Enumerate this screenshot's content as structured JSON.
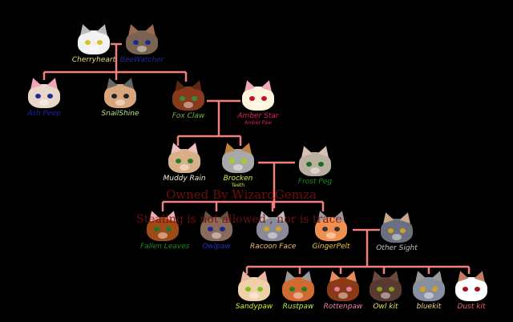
{
  "cats": [
    {
      "name": "Cherryheart",
      "fur": "#f2f2f2",
      "ear": "#bbb",
      "eye": "#d8c020",
      "color": "#e8d870"
    },
    {
      "name": "BeeWatcher",
      "fur": "#7a6450",
      "ear": "#9b6a50",
      "eye": "#1a2a90",
      "color": "#1a2a9a"
    },
    {
      "name": "Ash Peep",
      "fur": "#e8d6c8",
      "ear": "#f0a8b8",
      "eye": "#1a2a90",
      "color": "#2020b0"
    },
    {
      "name": "SnailShine",
      "fur": "#d9a57c",
      "ear": "#666",
      "eye": "#222",
      "color": "#b8e080"
    },
    {
      "name": "Fox Claw",
      "fur": "#8a3a1c",
      "ear": "#5a2810",
      "eye": "#3a8a3a",
      "color": "#78b040"
    },
    {
      "name": "Amber Star",
      "sub": "Amber Paw",
      "fur": "#fff4dc",
      "ear": "#f0a8b8",
      "eye": "#c01030",
      "color": "#e8205a"
    },
    {
      "name": "Muddy Rain",
      "fur": "#d8b088",
      "ear": "#f0c0c0",
      "eye": "#2a7a2a",
      "color": "#f0f0d0"
    },
    {
      "name": "Brocken",
      "sub": "Teeth",
      "fur": "#a8a8a8",
      "ear": "#c08040",
      "eye": "#a0d020",
      "color": "#d8f040"
    },
    {
      "name": "Frost Peg",
      "fur": "#bbb0a0",
      "ear": "#d8c0b8",
      "eye": "#1a6a2a",
      "color": "#1a8a1a"
    },
    {
      "name": "Fallen Leaves",
      "fur": "#a04a18",
      "ear": "#f0b0b0",
      "eye": "#1a7a2a",
      "color": "#1a8a1a"
    },
    {
      "name": "Owlpaw",
      "fur": "#8a6a58",
      "ear": "#6a5040",
      "eye": "#1a2a90",
      "color": "#2a2ac0"
    },
    {
      "name": "Racoon Face",
      "fur": "#8a8a98",
      "ear": "#bbb",
      "eye": "#d8a020",
      "color": "#f0c060"
    },
    {
      "name": "GingerPelt",
      "fur": "#f09050",
      "ear": "#999",
      "eye": "#333",
      "color": "#f0c030"
    },
    {
      "name": "Other Sight",
      "fur": "#6a7080",
      "ear": "#c8a888",
      "eye": "#d8a020",
      "color": "#c0c0c0"
    },
    {
      "name": "Sandypaw",
      "fur": "#f0d0a8",
      "ear": "#e8b8a0",
      "eye": "#80c020",
      "color": "#d0f020"
    },
    {
      "name": "Rustpaw",
      "fur": "#d06a30",
      "ear": "#999",
      "eye": "#2a7a2a",
      "color": "#b8f040"
    },
    {
      "name": "Rottenpaw",
      "fur": "#8a3a18",
      "ear": "#e09060",
      "eye": "#e080a0",
      "color": "#f080a8"
    },
    {
      "name": "Owl kit",
      "fur": "#5a3a30",
      "ear": "#6a4a40",
      "eye": "#8a9a20",
      "color": "#e0e060"
    },
    {
      "name": "bluekit",
      "fur": "#8890a0",
      "ear": "#999",
      "eye": "#d8a020",
      "color": "#f0d080"
    },
    {
      "name": "Dust kit",
      "fur": "#ffffff",
      "ear": "#c08060",
      "eye": "#a01020",
      "color": "#f06070"
    }
  ],
  "watermark": {
    "line1": "Owned By WizardGemza",
    "line2": "Stealing is not allowed , nor is trace"
  },
  "line_color": "#f08080"
}
